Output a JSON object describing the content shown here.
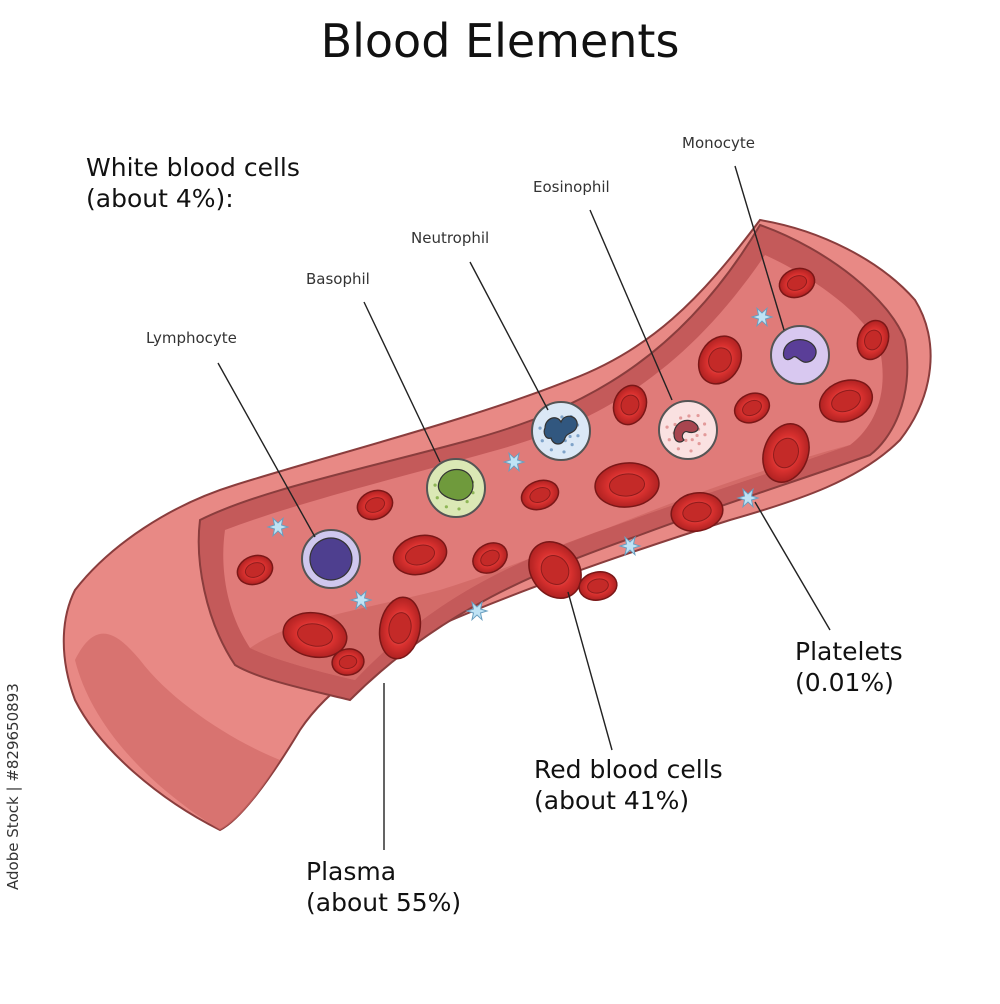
{
  "title": "Blood Elements",
  "labels": {
    "wbc_line1": "White blood cells",
    "wbc_line2": "(about 4%):",
    "lymphocyte": "Lymphocyte",
    "basophil": "Basophil",
    "neutrophil": "Neutrophil",
    "eosinophil": "Eosinophil",
    "monocyte": "Monocyte",
    "platelets_line1": "Platelets",
    "platelets_line2": "(0.01%)",
    "rbc_line1": "Red blood cells",
    "rbc_line2": "(about 41%)",
    "plasma_line1": "Plasma",
    "plasma_line2": "(about 55%)"
  },
  "stock_id": "Adobe Stock | #829650893",
  "colors": {
    "vessel_outer": "#e07b79",
    "vessel_inner": "#c45a5a",
    "rbc": "#d9312f",
    "lymphocyte": "#5a4a9e",
    "basophil": "#9cc46a",
    "neutrophil": "#a9c8e8",
    "eosinophil": "#f1c4c4",
    "monocyte": "#c7aee6",
    "platelet": "#bfe3f5"
  }
}
